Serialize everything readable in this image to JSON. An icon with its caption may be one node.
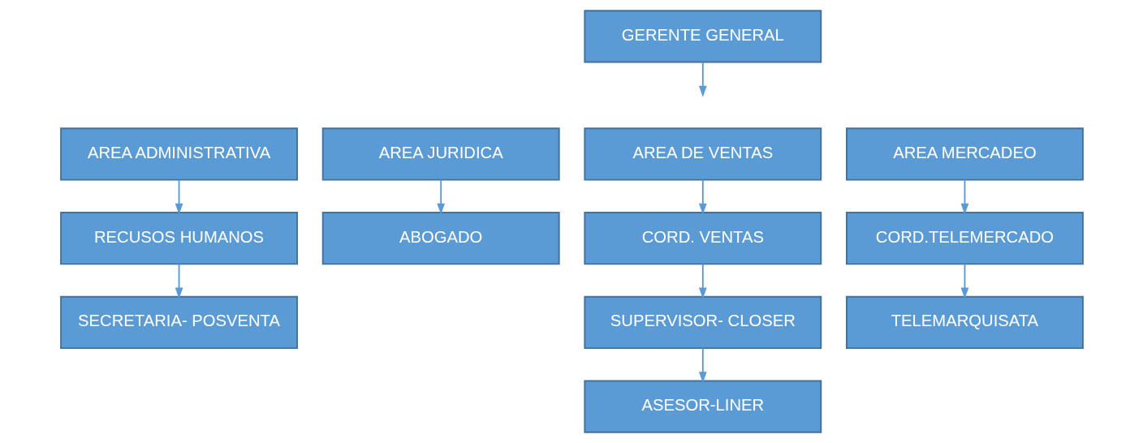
{
  "diagram": {
    "nodes": [
      {
        "text": [
          "GERENTE GENERAL"
        ]
      },
      {
        "text": [
          "AREA ADMINISTRATIVA"
        ]
      },
      {
        "text": [
          "AREA JURIDICA"
        ]
      },
      {
        "text": [
          "AREA DE VENTAS"
        ]
      },
      {
        "text": [
          "AREA MERCADEO"
        ]
      },
      {
        "text": [
          "RECUSOS HUMANOS"
        ]
      },
      {
        "text": [
          "ABOGADO"
        ]
      },
      {
        "text": [
          "CORD. VENTAS"
        ]
      },
      {
        "text": [
          "CORD.TELEMERCADO"
        ]
      },
      {
        "text": [
          "SECRETARIA- POSVENTA"
        ]
      },
      {
        "text": [
          "SUPERVISOR- CLOSER"
        ]
      },
      {
        "text": [
          "TELEMARQUISATA"
        ]
      },
      {
        "text": [
          "ASESOR-LINER"
        ]
      }
    ],
    "edges": [
      {
        "from": 0,
        "to": null,
        "arrow": "to"
      },
      {
        "from": 1,
        "to": 5,
        "arrow": "to"
      },
      {
        "from": 5,
        "to": 9,
        "arrow": "to"
      },
      {
        "from": 2,
        "to": 6,
        "arrow": "to"
      },
      {
        "from": 3,
        "to": 7,
        "arrow": "to"
      },
      {
        "from": 7,
        "to": 10,
        "arrow": "to"
      },
      {
        "from": 10,
        "to": 12,
        "arrow": "to"
      },
      {
        "from": 4,
        "to": 8,
        "arrow": "to"
      },
      {
        "from": 8,
        "to": 11,
        "arrow": "to"
      }
    ]
  }
}
